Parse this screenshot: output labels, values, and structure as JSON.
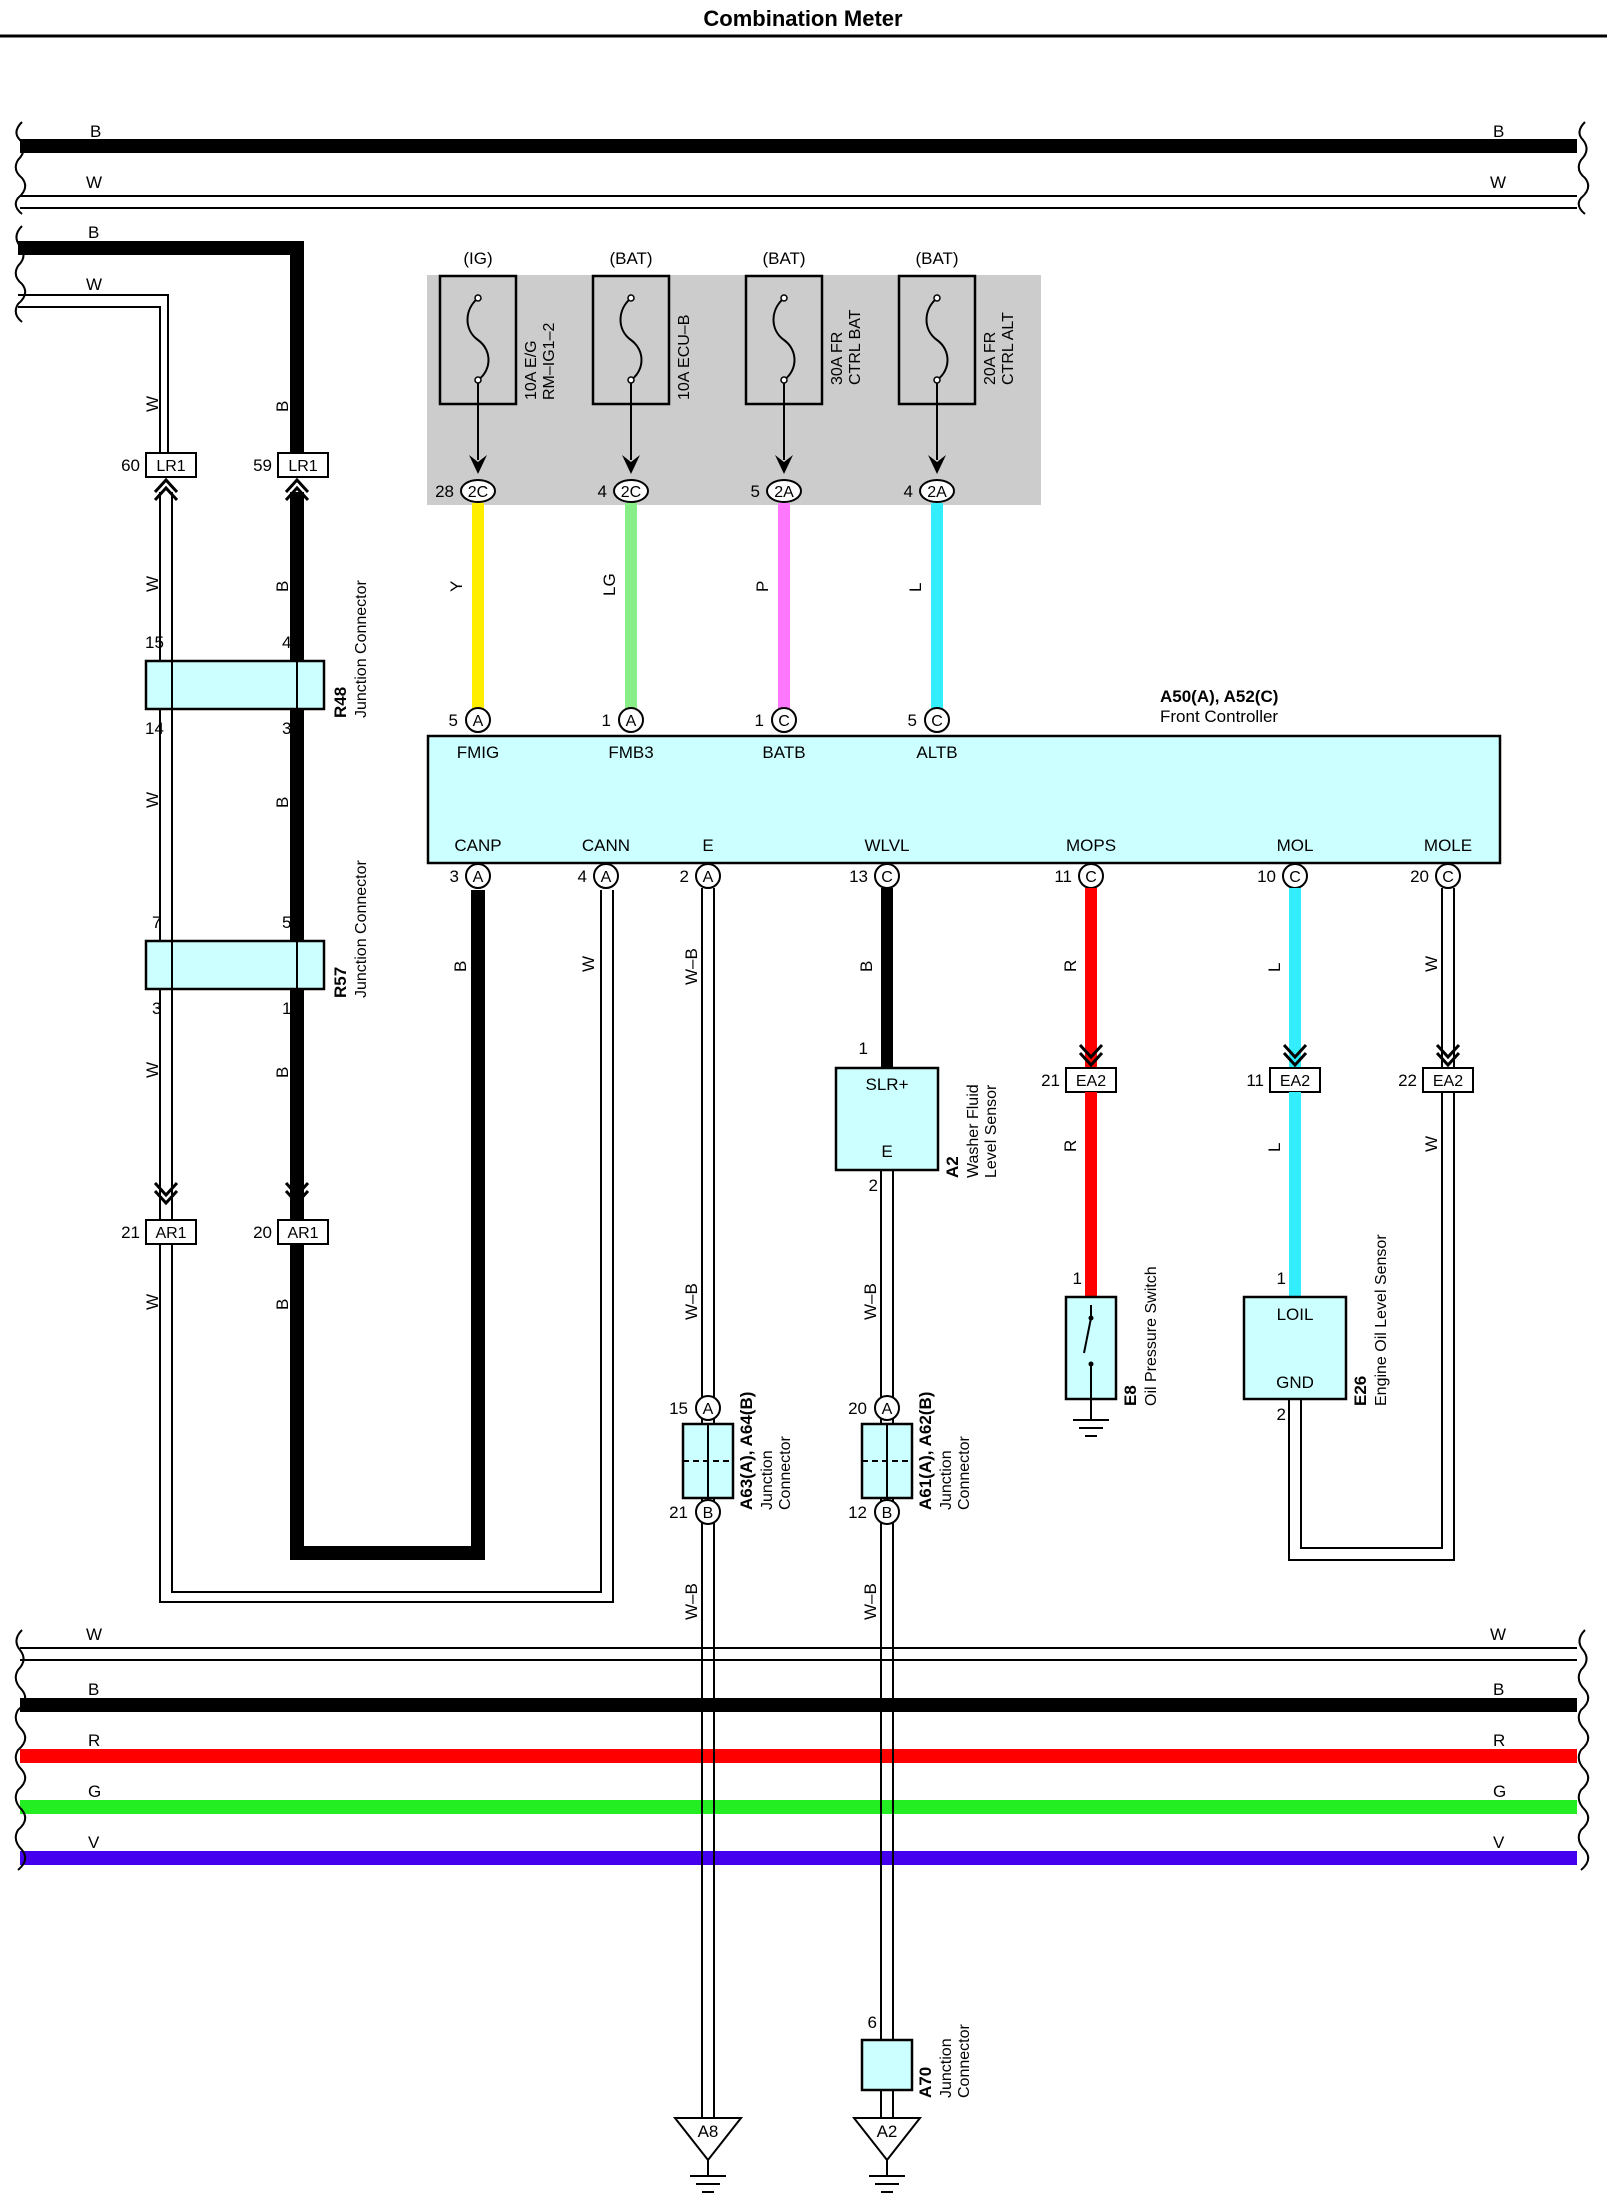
{
  "title": "Combination Meter",
  "colors": {
    "B": "#000000",
    "W": "#ffffff",
    "Y": "#ffee00",
    "LG": "#88ee88",
    "P": "#ff77ff",
    "L": "#33eeff",
    "R": "#ff0000",
    "G": "#22ee22",
    "V": "#4400ee",
    "WB": "#ffffff",
    "box": "#ccffff",
    "fusebox": "#cccccc"
  },
  "bus_top": [
    "B",
    "W"
  ],
  "bus_left": [
    "B",
    "W"
  ],
  "bus_bottom": [
    "W",
    "B",
    "R",
    "G",
    "V"
  ],
  "fuses": [
    {
      "source": "(IG)",
      "line1": "10A E/G",
      "line2": "RM–IG1–2",
      "pin": "28",
      "conn": "2C",
      "wire": "Y"
    },
    {
      "source": "(BAT)",
      "line1": "10A ECU–B",
      "line2": "",
      "pin": "4",
      "conn": "2C",
      "wire": "LG"
    },
    {
      "source": "(BAT)",
      "line1": "30A FR",
      "line2": "CTRL BAT",
      "pin": "5",
      "conn": "2A",
      "wire": "P"
    },
    {
      "source": "(BAT)",
      "line1": "20A FR",
      "line2": "CTRL ALT",
      "pin": "4",
      "conn": "2A",
      "wire": "L"
    }
  ],
  "controller": {
    "id": "A50(A), A52(C)",
    "name": "Front Controller",
    "top_pins": [
      {
        "pin": "5",
        "conn": "A",
        "label": "FMIG"
      },
      {
        "pin": "1",
        "conn": "A",
        "label": "FMB3"
      },
      {
        "pin": "1",
        "conn": "C",
        "label": "BATB"
      },
      {
        "pin": "5",
        "conn": "C",
        "label": "ALTB"
      }
    ],
    "bottom_pins": [
      {
        "pin": "3",
        "conn": "A",
        "label": "CANP",
        "wire": "B"
      },
      {
        "pin": "4",
        "conn": "A",
        "label": "CANN",
        "wire": "W"
      },
      {
        "pin": "2",
        "conn": "A",
        "label": "E",
        "wire": "W–B"
      },
      {
        "pin": "13",
        "conn": "C",
        "label": "WLVL",
        "wire": "B"
      },
      {
        "pin": "11",
        "conn": "C",
        "label": "MOPS",
        "wire": "R"
      },
      {
        "pin": "10",
        "conn": "C",
        "label": "MOL",
        "wire": "L"
      },
      {
        "pin": "20",
        "conn": "C",
        "label": "MOLE",
        "wire": "W"
      }
    ]
  },
  "left": {
    "lr1_w": {
      "pin": "60",
      "conn": "LR1"
    },
    "lr1_b": {
      "pin": "59",
      "conn": "LR1"
    },
    "r48": {
      "id": "R48",
      "name": "Junction Connector",
      "p15": "15",
      "p4": "4",
      "p14": "14",
      "p3": "3"
    },
    "r57": {
      "id": "R57",
      "name": "Junction Connector",
      "p7": "7",
      "p5": "5",
      "p3": "3",
      "p1": "1"
    },
    "ar1_w": {
      "pin": "21",
      "conn": "AR1"
    },
    "ar1_b": {
      "pin": "20",
      "conn": "AR1"
    },
    "wire_w": "W",
    "wire_b": "B"
  },
  "washer": {
    "id": "A2",
    "line1": "Washer Fluid",
    "line2": "Level Sensor",
    "pin_in": "1",
    "pin_out": "2",
    "label_in": "SLR+",
    "label_out": "E"
  },
  "ea2": [
    {
      "pin": "21",
      "conn": "EA2"
    },
    {
      "pin": "11",
      "conn": "EA2"
    },
    {
      "pin": "22",
      "conn": "EA2"
    }
  ],
  "oil_switch": {
    "id": "E8",
    "name": "Oil Pressure Switch",
    "pin": "1"
  },
  "oil_level": {
    "id": "E26",
    "name": "Engine Oil Level Sensor",
    "pin_in": "1",
    "pin_out": "2",
    "label_in": "LOIL",
    "label_out": "GND"
  },
  "jc_a63": {
    "id": "A63(A), A64(B)",
    "line1": "Junction",
    "line2": "Connector",
    "pin_a": "15",
    "conn_a": "A",
    "pin_b": "21",
    "conn_b": "B"
  },
  "jc_a61": {
    "id": "A61(A), A62(B)",
    "line1": "Junction",
    "line2": "Connector",
    "pin_a": "20",
    "conn_a": "A",
    "pin_b": "12",
    "conn_b": "B"
  },
  "a70": {
    "id": "A70",
    "line1": "Junction",
    "line2": "Connector",
    "pin": "6"
  },
  "grounds": [
    "A8",
    "A2"
  ],
  "wb_label": "W–B"
}
